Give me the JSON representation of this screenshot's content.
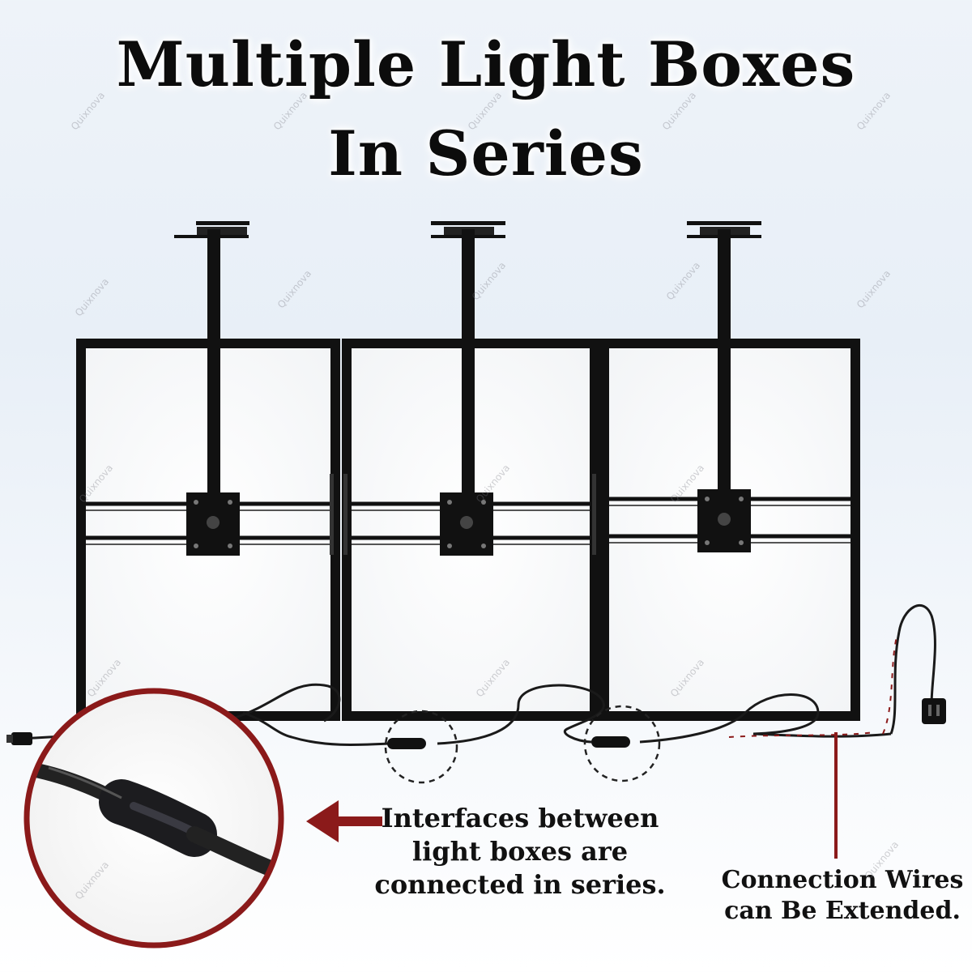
{
  "title": {
    "line1": "Multiple Light Boxes",
    "line2": "In Series"
  },
  "callouts": {
    "interfaces": {
      "line1": "Interfaces between",
      "line2": "light boxes are",
      "line3": "connected in series."
    },
    "extend": {
      "line1": "Connection Wires",
      "line2": "can Be Extended."
    }
  },
  "watermark": "Quixnova",
  "colors": {
    "frame": "#111111",
    "panel": "#ffffff",
    "accent_red": "#8b1a1a",
    "wire": "#1a1a1a"
  },
  "icons": {
    "arrow": "left-arrow-icon",
    "connector": "cable-connector-icon",
    "plug": "power-plug-icon"
  }
}
